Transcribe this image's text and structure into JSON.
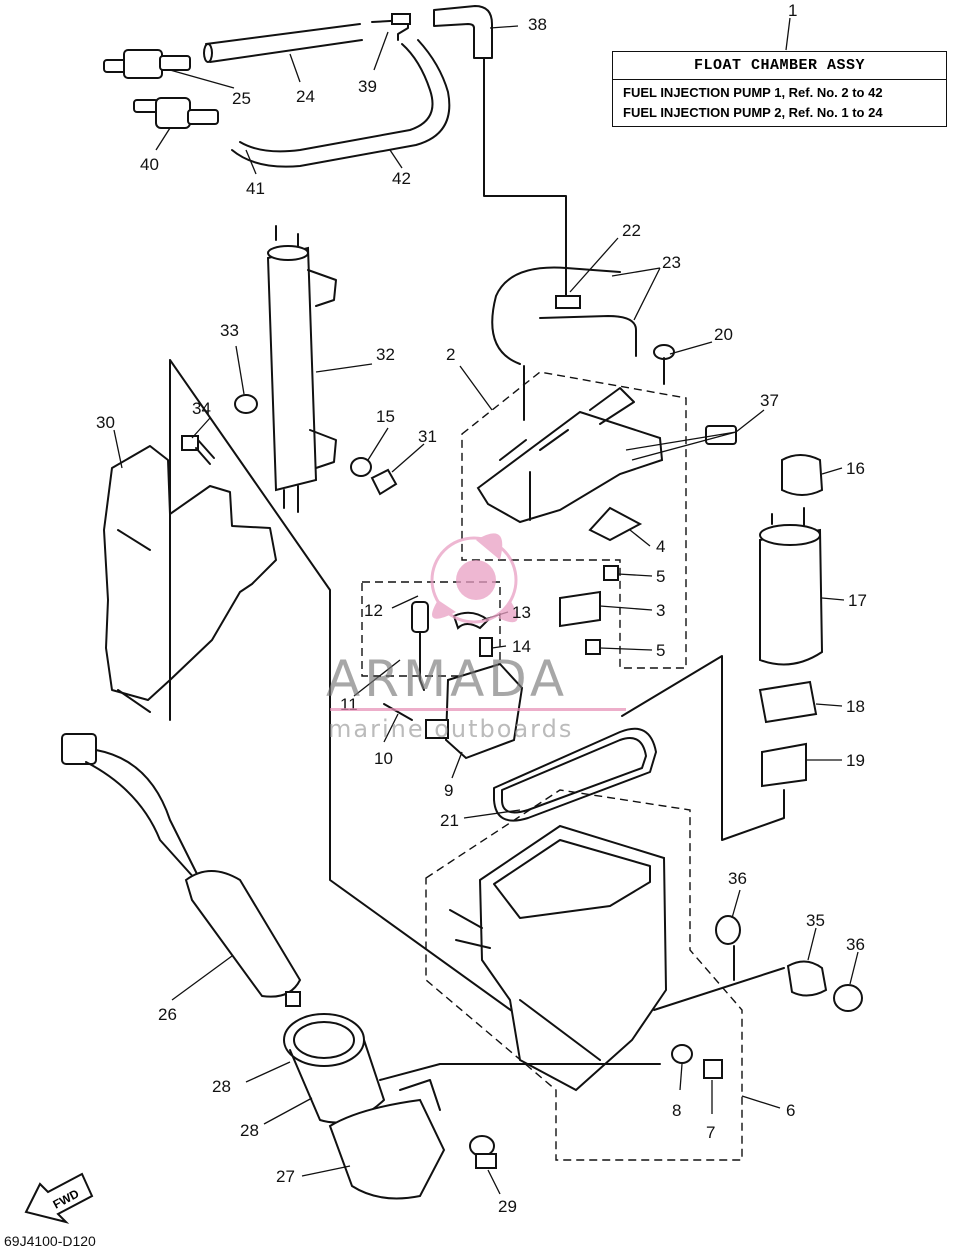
{
  "title_block": {
    "title": "FLOAT CHAMBER ASSY",
    "line1": "FUEL INJECTION PUMP 1, Ref. No. 2 to 42",
    "line2": "FUEL INJECTION PUMP 2, Ref. No. 1 to 24"
  },
  "watermark": {
    "brand": "ARMADA",
    "tagline": "marine outboards",
    "logo_icon": "propeller-icon",
    "color": "#e9a0c4"
  },
  "direction_label": "FWD",
  "drawing_code": "69J4100-D120",
  "callouts": [
    "1",
    "2",
    "3",
    "4",
    "5",
    "5",
    "6",
    "7",
    "8",
    "9",
    "10",
    "11",
    "12",
    "13",
    "14",
    "15",
    "16",
    "17",
    "18",
    "19",
    "20",
    "21",
    "22",
    "23",
    "24",
    "25",
    "26",
    "27",
    "28",
    "28",
    "29",
    "30",
    "31",
    "32",
    "33",
    "34",
    "35",
    "36",
    "36",
    "37",
    "38",
    "39",
    "40",
    "41",
    "42"
  ]
}
